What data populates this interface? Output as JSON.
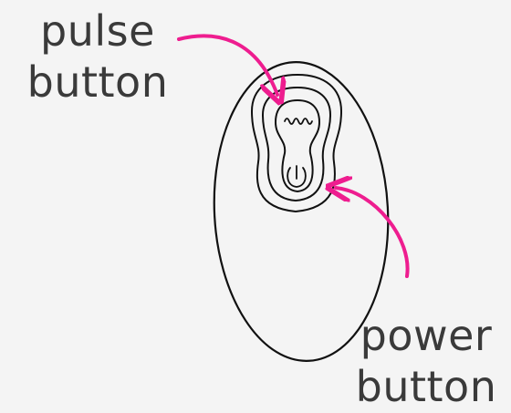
{
  "labels": {
    "pulse": [
      "pulse",
      "button"
    ],
    "power": [
      "power",
      "button"
    ]
  },
  "icons": {
    "pulse": "wave-icon",
    "power": "power-icon"
  },
  "colors": {
    "background": "#f4f4f4",
    "text": "#3a3a3a",
    "outline": "#111111",
    "arrow": "#ee1d8f"
  }
}
